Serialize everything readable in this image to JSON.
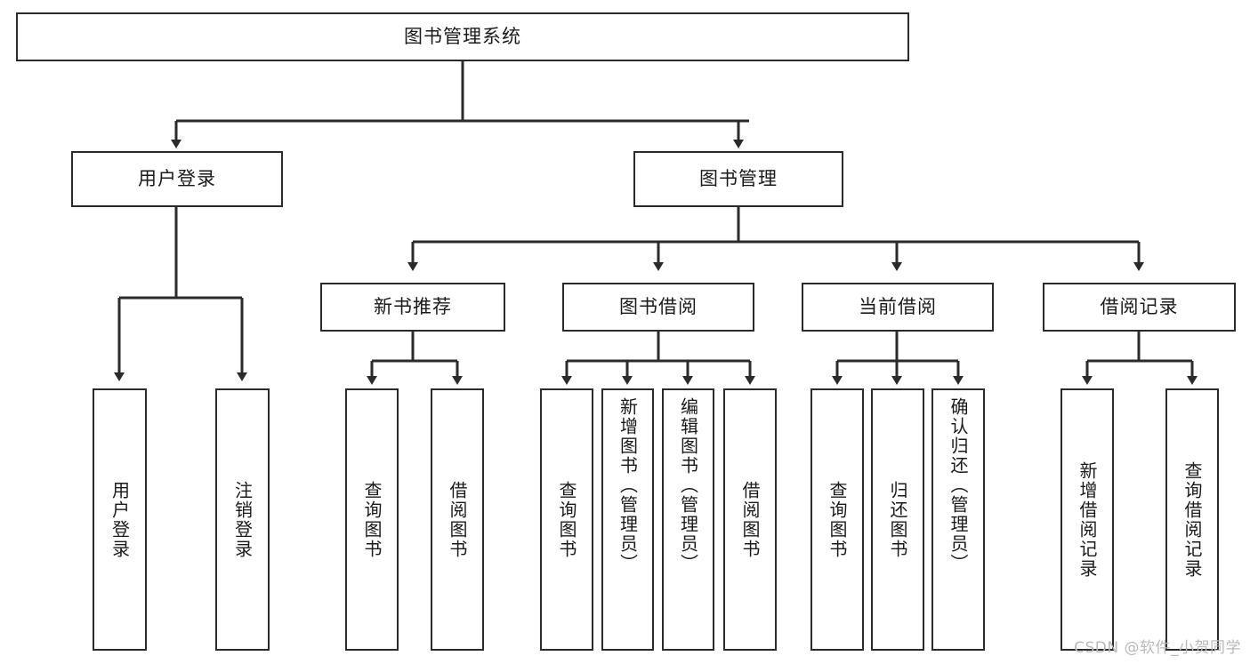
{
  "diagram": {
    "title": "图书管理系统",
    "watermark": "CSDN @软件_小贺同学",
    "line_color": "#2b2b2b",
    "box_fill": "#ffffff",
    "text_color": "#1a1a1a",
    "nodes": {
      "root": "图书管理系统",
      "level2": {
        "user_login": "用户登录",
        "book_manage": "图书管理"
      },
      "level3": {
        "new_book_recommend": "新书推荐",
        "book_borrow": "图书借阅",
        "current_borrow": "当前借阅",
        "borrow_record": "借阅记录"
      },
      "leaves": {
        "user_login_leaf": "用户登录",
        "logout_leaf": "注销登录",
        "query_book_rec": "查询图书",
        "borrow_book_rec": "借阅图书",
        "query_book_borrow": "查询图书",
        "add_book_admin": "新增图书（管理员）",
        "edit_book_admin": "编辑图书（管理员）",
        "borrow_book": "借阅图书",
        "query_book_current": "查询图书",
        "return_book": "归还图书",
        "confirm_return_admin": "确认归还（管理员）",
        "add_borrow_record": "新增借阅记录",
        "query_borrow_record": "查询借阅记录"
      }
    }
  }
}
